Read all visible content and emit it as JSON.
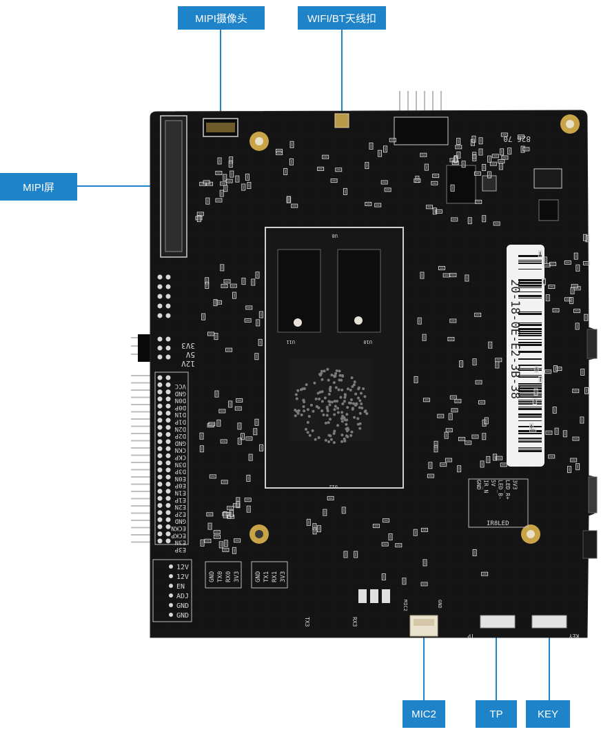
{
  "callouts": {
    "mipi_camera": "MIPI摄像头",
    "wifi_bt_antenna": "WIFI/BT天线扣",
    "mipi_screen": "MIPI屏",
    "mic2": "MIC2",
    "tp": "TP",
    "key": "KEY"
  },
  "board": {
    "serial_label": "20-18-0E-E2-3B-38",
    "top_right_marking": "826 70",
    "power_labels": [
      "3V3",
      "5V",
      "12V"
    ],
    "dsi_pins": [
      "VCC",
      "GND",
      "D0N",
      "D0P",
      "D1N",
      "D1P",
      "D2N",
      "D2P",
      "GND",
      "CKN",
      "CKP",
      "D3N",
      "D3P",
      "E0N",
      "E0P",
      "E1N",
      "E1P",
      "E2N",
      "E2P",
      "GND",
      "ECKN",
      "ECKP",
      "E3N",
      "E3P"
    ],
    "backlight_labels": [
      "12V",
      "12V",
      "EN",
      "ADJ",
      "GND",
      "GND"
    ],
    "uart0_labels": [
      "GND",
      "TX0",
      "RX0",
      "3V3"
    ],
    "uart1_labels": [
      "GND",
      "TX1",
      "RX1",
      "3V3"
    ],
    "ir_led_labels": [
      "GND",
      "IR_N",
      "5V",
      "LED_B-",
      "LED_R+",
      "3V3"
    ],
    "ir_led_title": "IR8LED",
    "conn_marks": {
      "tp": "TP",
      "key": "KEY",
      "mic": "MIC2",
      "gnd": "GND",
      "rx3": "RX3",
      "tx3": "TX3"
    },
    "chip_labels": {
      "u10": "U10",
      "u11": "U11",
      "u8": "U8",
      "u12": "U12"
    }
  },
  "colors": {
    "callout": "#1f83c9",
    "pcb": "#141414",
    "silk": "#d8d8d8",
    "gold": "#c9a347"
  }
}
